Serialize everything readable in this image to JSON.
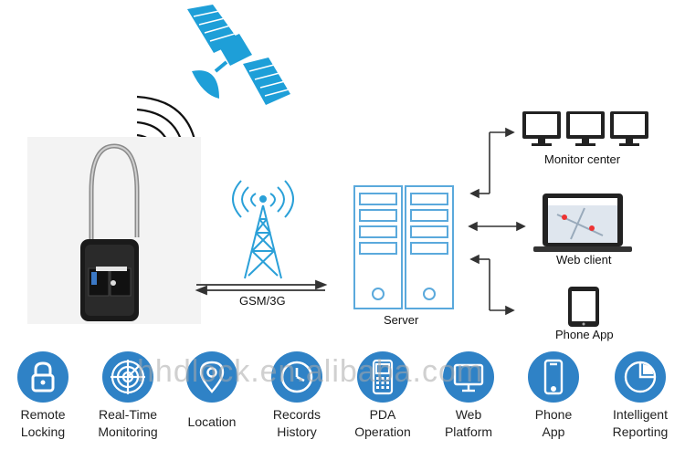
{
  "labels": {
    "gsm": "GSM/3G",
    "server": "Server",
    "monitor": "Monitor center",
    "web_client": "Web client",
    "phone_app": "Phone App"
  },
  "watermark": "hhdlock.en.alibaba.com",
  "features": [
    {
      "line1": "Remote",
      "line2": "Locking",
      "icon": "padlock-icon"
    },
    {
      "line1": "Real-Time",
      "line2": "Monitoring",
      "icon": "radar-icon"
    },
    {
      "line1": "Location",
      "line2": "",
      "icon": "location-pin-icon"
    },
    {
      "line1": "Records",
      "line2": "History",
      "icon": "clock-icon"
    },
    {
      "line1": "PDA",
      "line2": "Operation",
      "icon": "pda-icon"
    },
    {
      "line1": "Web",
      "line2": "Platform",
      "icon": "monitor-icon"
    },
    {
      "line1": "Phone",
      "line2": "App",
      "icon": "phone-icon"
    },
    {
      "line1": "Intelligent",
      "line2": "Reporting",
      "icon": "pie-chart-icon"
    }
  ],
  "colors": {
    "accent_blue": "#2f82c6",
    "satellite_blue": "#1e9fd8",
    "tower_blue": "#2aa0d8"
  }
}
